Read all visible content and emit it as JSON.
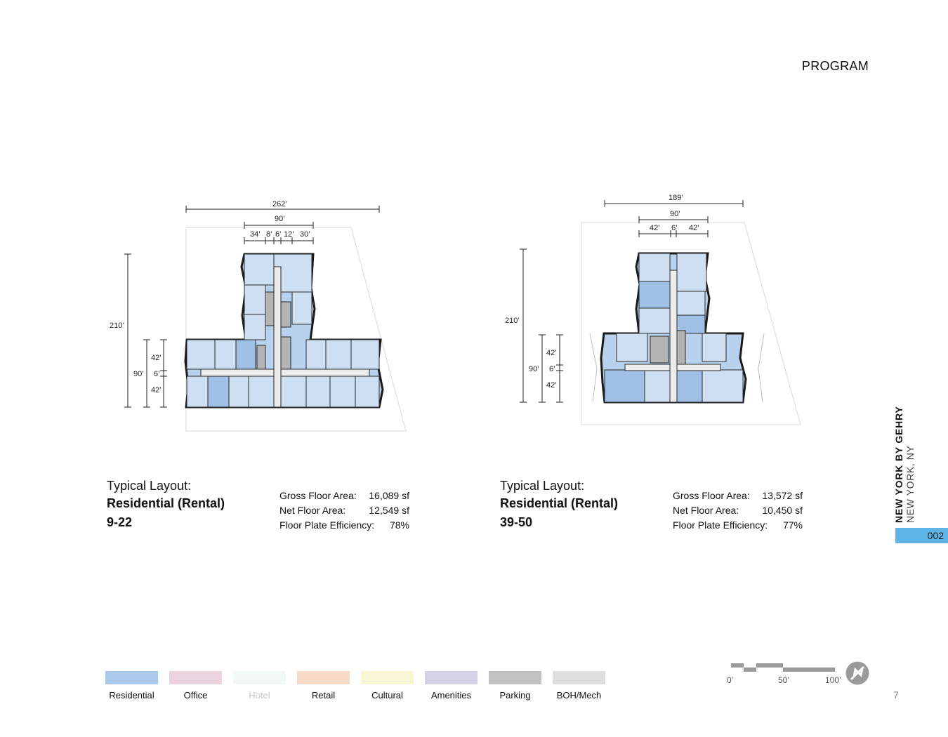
{
  "header": {
    "title": "PROGRAM"
  },
  "plans": [
    {
      "dimensions": {
        "overall_width": "262’",
        "core_width": "90’",
        "segments": [
          "34’",
          "8’",
          "6’",
          "12’",
          "30’"
        ],
        "height": "210’",
        "wing_depth": "90’",
        "wing_segments": [
          "42’",
          "6’",
          "42’"
        ]
      },
      "layout_label": "Typical Layout:",
      "layout_type": "Residential (Rental)",
      "floors": "9-22",
      "stats": [
        {
          "label": "Gross Floor Area:",
          "value": "16,089 sf"
        },
        {
          "label": "Net Floor Area:",
          "value": "12,549 sf"
        },
        {
          "label": "Floor Plate Efficiency:",
          "value": "78%"
        }
      ]
    },
    {
      "dimensions": {
        "overall_width": "189’",
        "core_width": "90’",
        "segments": [
          "42’",
          "6’",
          "42’"
        ],
        "height": "210’",
        "wing_depth": "90’",
        "wing_segments": [
          "42’",
          "6’",
          "42’"
        ]
      },
      "layout_label": "Typical Layout:",
      "layout_type": "Residential (Rental)",
      "floors": "39-50",
      "stats": [
        {
          "label": "Gross Floor Area:",
          "value": "13,572 sf"
        },
        {
          "label": "Net Floor Area:",
          "value": "10,450 sf"
        },
        {
          "label": "Floor Plate Efficiency:",
          "value": "77%"
        }
      ]
    }
  ],
  "legend": [
    {
      "label": "Residential",
      "color": "#a9c8ea"
    },
    {
      "label": "Office",
      "color": "#ecd4df"
    },
    {
      "label": "Hotel",
      "color": "#f2f8f5"
    },
    {
      "label": "Retail",
      "color": "#f8dbc6"
    },
    {
      "label": "Cultural",
      "color": "#f9f6d6"
    },
    {
      "label": "Amenities",
      "color": "#d5d1e8"
    },
    {
      "label": "Parking",
      "color": "#c2c2c2"
    },
    {
      "label": "BOH/Mech",
      "color": "#dedede"
    }
  ],
  "scale": {
    "labels": [
      "0’",
      "50’",
      "100’"
    ],
    "north_icon": "north-arrow-icon"
  },
  "side": {
    "project": "NEW YORK BY GEHRY",
    "location": "NEW YORK, NY",
    "tab": "002"
  },
  "page_number": "7"
}
